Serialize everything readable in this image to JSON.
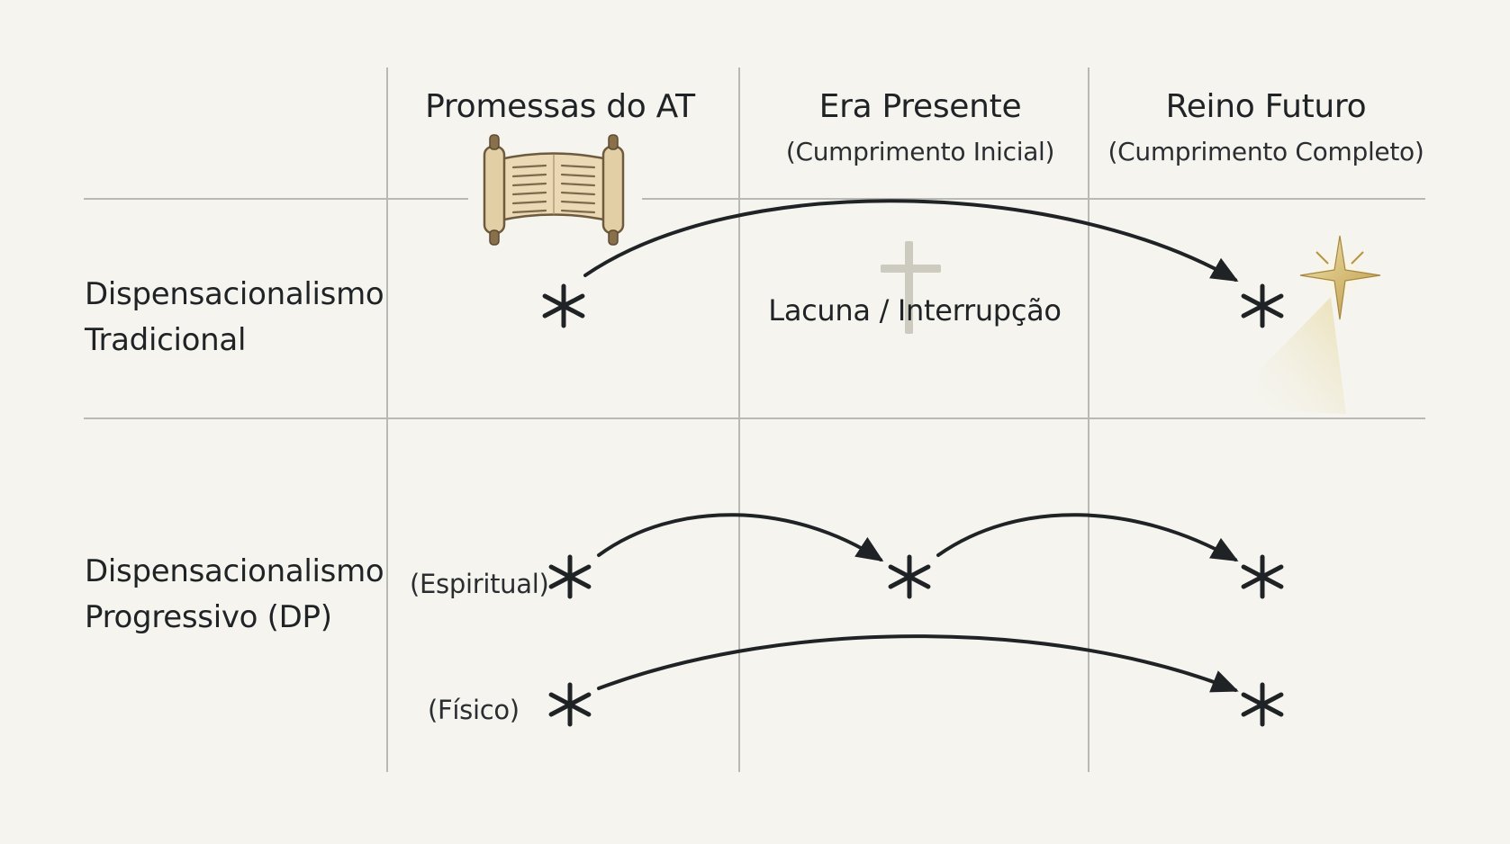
{
  "columns": [
    {
      "title": "Promessas do AT",
      "subtitle": ""
    },
    {
      "title": "Era Presente",
      "subtitle": "(Cumprimento Inicial)"
    },
    {
      "title": "Reino Futuro",
      "subtitle": "(Cumprimento Completo)"
    }
  ],
  "rows": {
    "traditional": {
      "line1": "Dispensacionalismo",
      "line2": "Tradicional",
      "gap_label": "Lacuna / Interrupção"
    },
    "progressive": {
      "line1": "Dispensacionalismo",
      "line2": "Progressivo (DP)",
      "spiritual_label": "(Espiritual)",
      "physical_label": "(Físico)"
    }
  },
  "icons": [
    "scroll-icon",
    "cross-icon",
    "star-icon",
    "asterisk-icon",
    "arrow-icon"
  ],
  "colors": {
    "background": "#f5f4ee",
    "grid": "#b9b9b3",
    "ink": "#1f2326",
    "star": "#c9ae63",
    "scroll": "#ead9b4",
    "cross": "#cdcac0"
  }
}
